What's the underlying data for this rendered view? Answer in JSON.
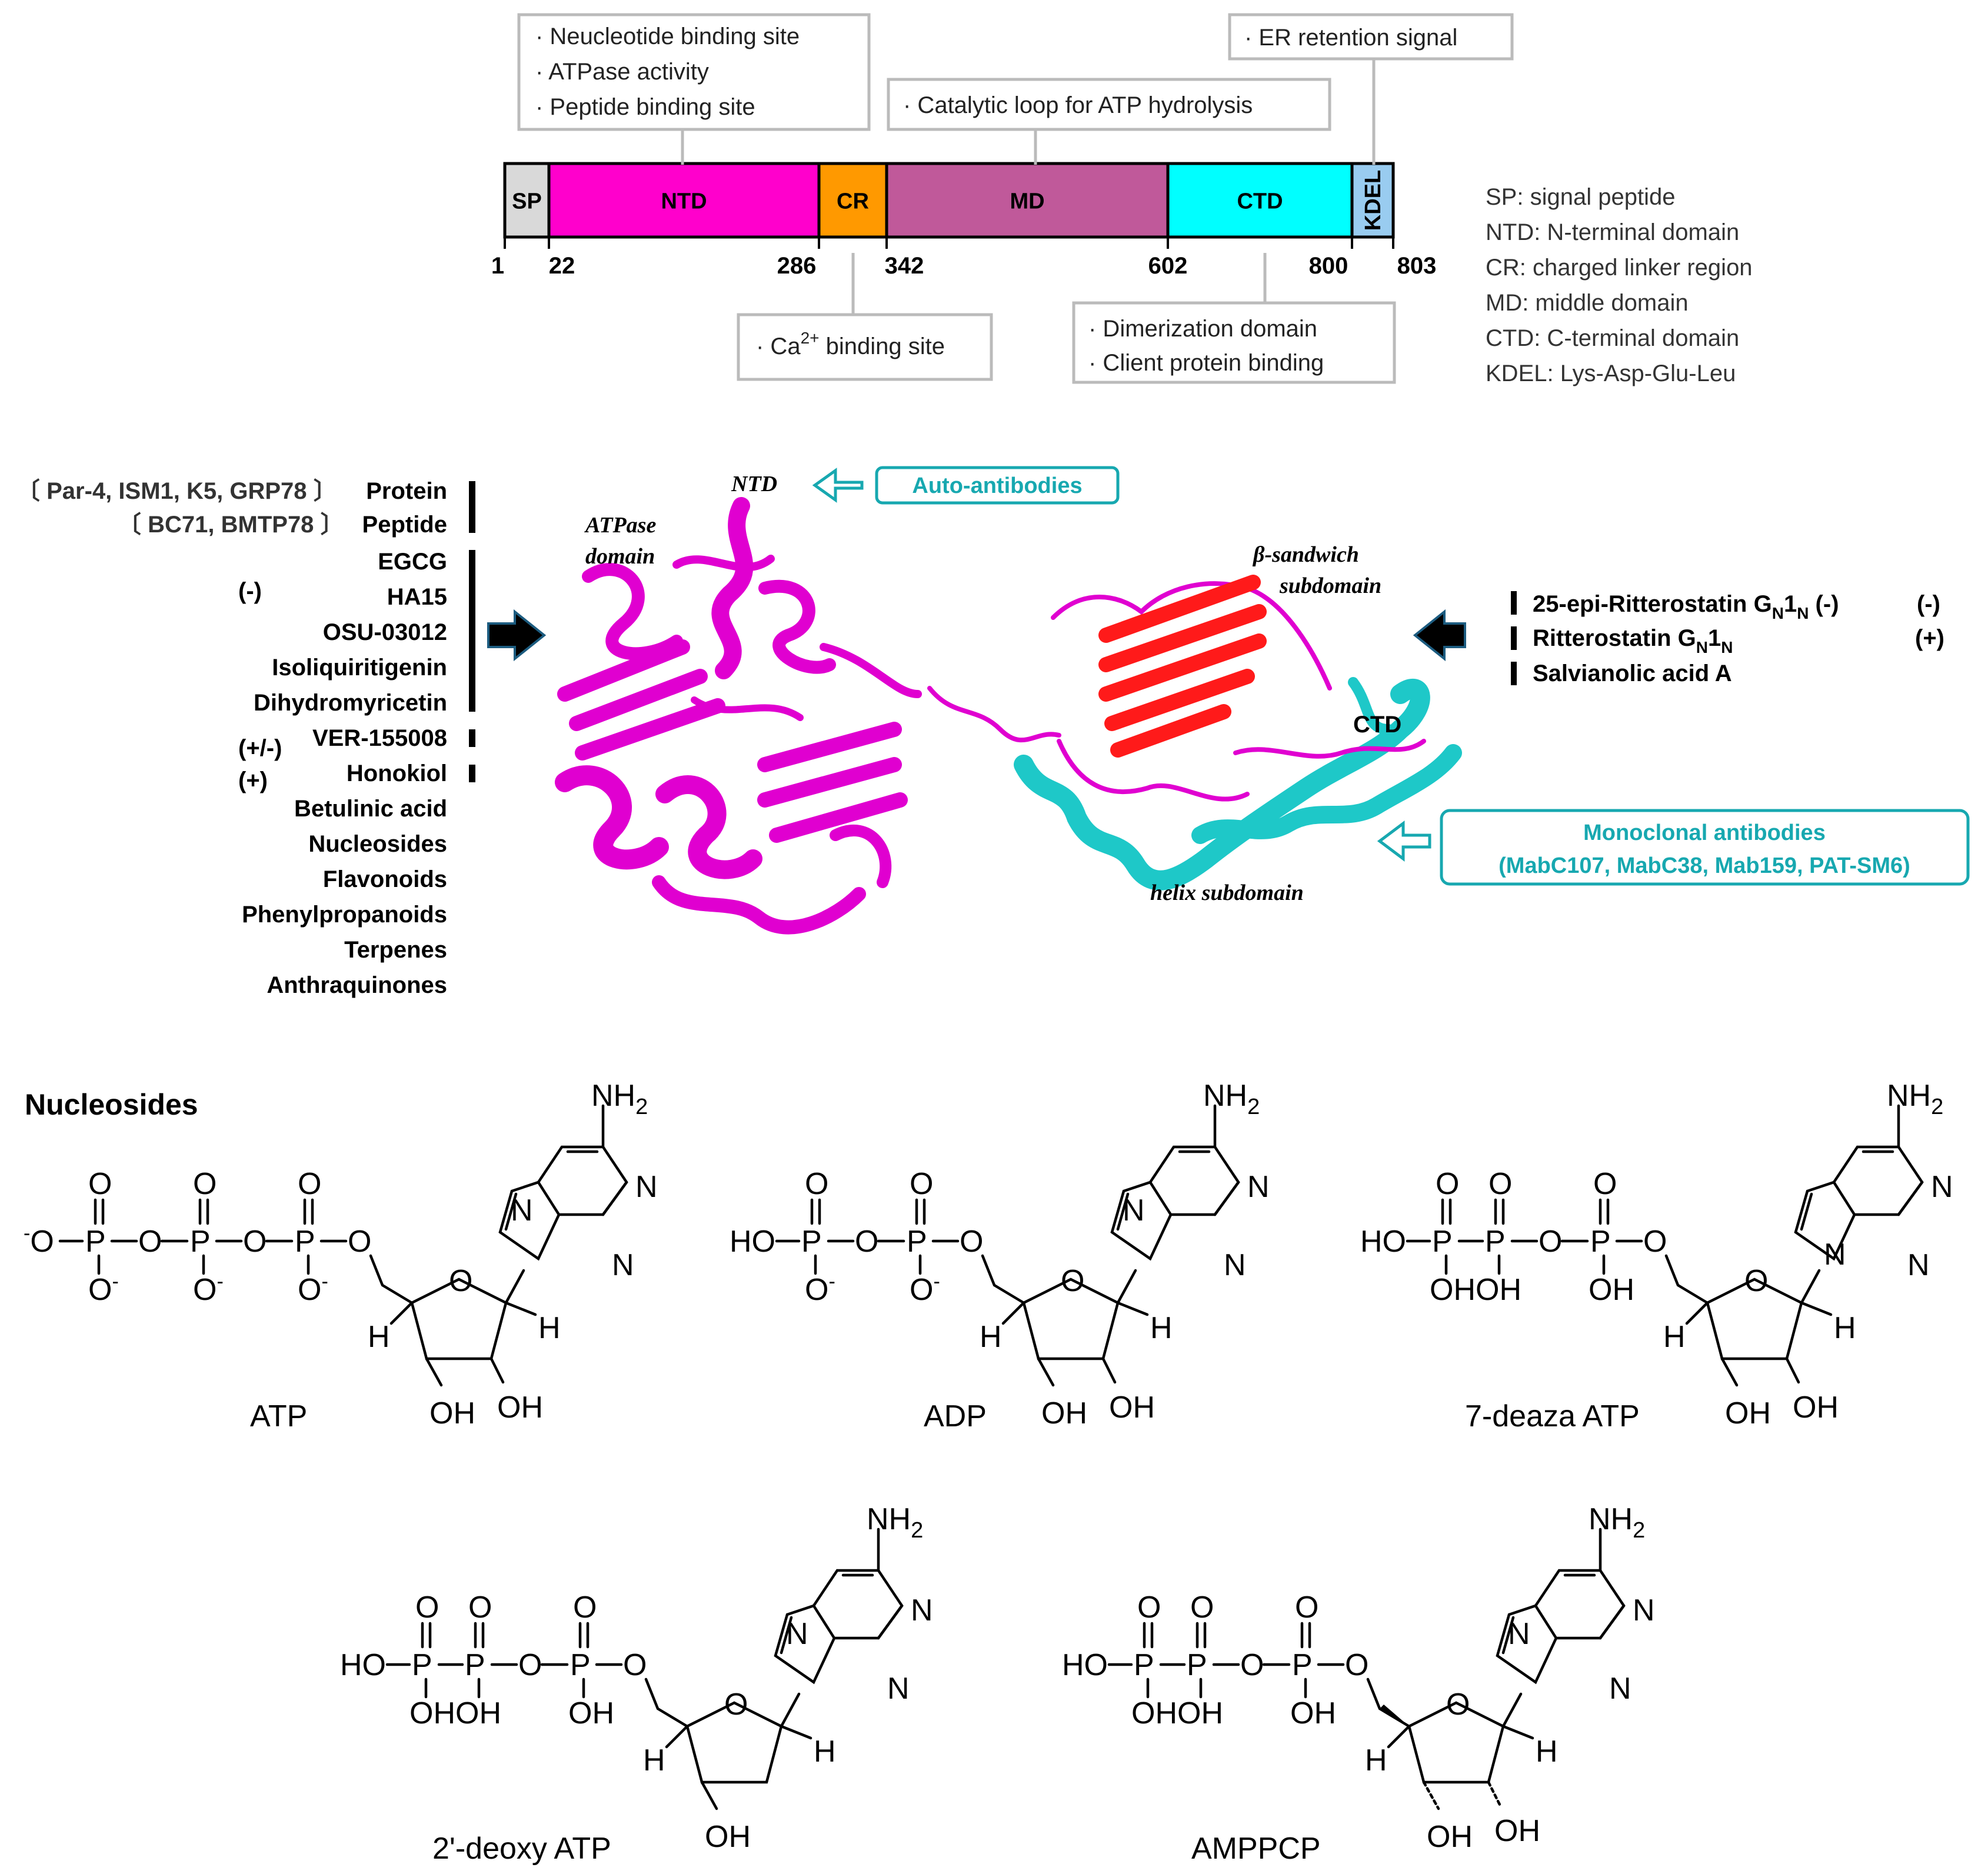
{
  "domain_map": {
    "segments": [
      {
        "label": "SP",
        "color": "#d9d9d9",
        "start": 1,
        "end": 22
      },
      {
        "label": "NTD",
        "color": "#ff00cc",
        "start": 22,
        "end": 286
      },
      {
        "label": "CR",
        "color": "#ff9900",
        "start": 286,
        "end": 342
      },
      {
        "label": "MD",
        "color": "#c0599a",
        "start": 342,
        "end": 602
      },
      {
        "label": "CTD",
        "color": "#00ffff",
        "start": 602,
        "end": 800
      },
      {
        "label": "KDEL",
        "color": "#99ccf0",
        "start": 800,
        "end": 803
      }
    ],
    "positions": [
      "1",
      "22",
      "286",
      "342",
      "602",
      "800",
      "803"
    ],
    "callouts": {
      "ntd": [
        "· Neucleotide binding site",
        "· ATPase activity",
        "· Peptide binding site"
      ],
      "md": "· Catalytic loop for ATP hydrolysis",
      "kdel": "· ER retention signal",
      "cr_prefix": "· Ca",
      "cr_sup": "2+",
      "cr_suffix": " binding site",
      "ctd": [
        "· Dimerization domain",
        "· Client protein binding"
      ]
    },
    "legend": [
      "SP: signal peptide",
      "NTD: N-terminal domain",
      "CR: charged linker region",
      "MD: middle domain",
      "CTD: C-terminal domain",
      "KDEL: Lys-Asp-Glu-Leu"
    ]
  },
  "structure": {
    "left_ligands": {
      "protein": "Par-4, ISM1, K5, GRP78",
      "protein_label": "Protein",
      "peptide": "BC71, BMTP78",
      "peptide_label": "Peptide",
      "inhibitors": [
        "EGCG",
        "HA15",
        "OSU-03012",
        "Isoliquiritigenin",
        "Dihydromyricetin"
      ],
      "inhibitor_sign": "(-)",
      "ver": "VER-155008",
      "ver_sign": "(+/-)",
      "honokiol": "Honokiol",
      "honokiol_sign": "(+)",
      "others": [
        "Betulinic acid",
        "Nucleosides",
        "Flavonoids",
        "Phenylpropanoids",
        "Terpenes",
        "Anthraquinones"
      ]
    },
    "labels": {
      "ntd": "NTD",
      "atpase": [
        "ATPase",
        "domain"
      ],
      "beta": [
        "β-sandwich",
        "subdomain"
      ],
      "ctd": "CTD",
      "helix": "helix subdomain"
    },
    "auto_antibodies": "Auto-antibodies",
    "monoclonal": [
      "Monoclonal antibodies",
      "(MabC107, MabC38, Mab159, PAT-SM6)"
    ],
    "right_ligands": {
      "r1_main": "25-epi-Ritterostatin G",
      "r1_sub1": "N",
      "r1_mid": "1",
      "r1_sub2": "N",
      "r1_tail": " (-)",
      "r1_sign": "(-)",
      "r2_main": "Ritterostatin G",
      "r2_sub1": "N",
      "r2_mid": "1",
      "r2_sub2": "N",
      "r2_sign": "(+)",
      "r3": "Salvianolic acid A"
    },
    "colors": {
      "ntd": "#e000d0",
      "beta": "#ff1a1a",
      "helix": "#1ec8c8",
      "accent": "#17a8b0"
    }
  },
  "nucleosides": {
    "heading": "Nucleosides",
    "names": [
      "ATP",
      "ADP",
      "7-deaza ATP",
      "2'-deoxy ATP",
      "AMPPCP"
    ],
    "atoms": {
      "O": "O",
      "P": "P",
      "N": "N",
      "H": "H",
      "OH": "OH",
      "HO": "HO",
      "NH": "NH",
      "two": "2",
      "Ominus": "O",
      "minus": "-",
      "OHOH": "OHOH"
    }
  }
}
